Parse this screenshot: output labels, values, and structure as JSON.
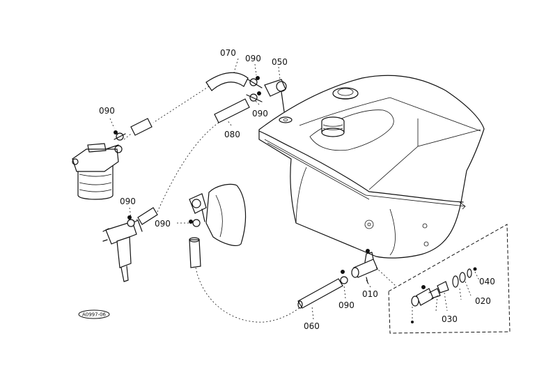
{
  "diagram_code": "A0997-06",
  "parts": {
    "p070": "070",
    "p090_top": "090",
    "p050": "050",
    "p090_mid": "090",
    "p080": "080",
    "p090_filter": "090",
    "p090_injector": "090",
    "p090_pump": "090",
    "p010": "010",
    "p090_bottom": "090",
    "p060": "060",
    "p040": "040",
    "p020": "020",
    "p030": "030"
  }
}
